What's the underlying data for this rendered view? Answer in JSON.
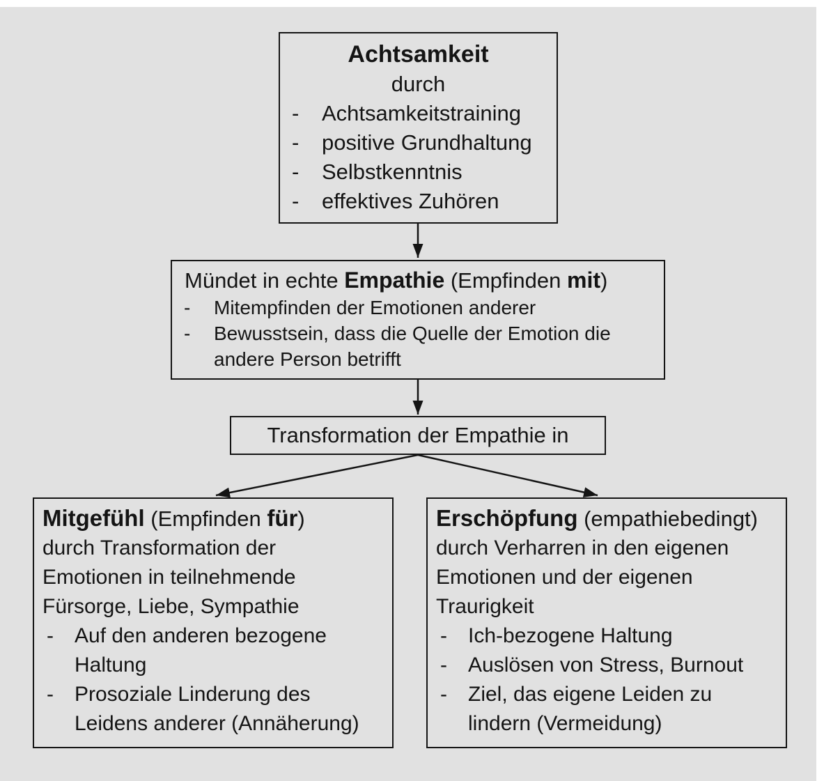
{
  "colors": {
    "page_background": "#ffffff",
    "diagram_background": "#e1e1e1",
    "border": "#141414",
    "text": "#141414"
  },
  "boxes": {
    "mindfulness": {
      "title": "Achtsamkeit",
      "subtitle": "durch",
      "items": [
        "Achtsamkeitstraining",
        "positive Grundhaltung",
        "Selbstkenntnis",
        "effektives Zuhören"
      ]
    },
    "empathy": {
      "title_parts": [
        {
          "text": "Mündet in echte ",
          "bold": false
        },
        {
          "text": "Empathie",
          "bold": true
        },
        {
          "text": " (Empfinden ",
          "bold": false
        },
        {
          "text": "mit",
          "bold": true
        },
        {
          "text": ")",
          "bold": false
        }
      ],
      "items": [
        "Mitempfinden der Emotionen anderer",
        "Bewusstsein, dass die Quelle der Emotion die\nandere Person betrifft"
      ]
    },
    "transformation": {
      "label": "Transformation der Empathie in"
    },
    "compassion": {
      "title_parts": [
        {
          "text": "Mitgefühl",
          "bold": true
        },
        {
          "text": " (Empfinden ",
          "bold": false
        },
        {
          "text": "für",
          "bold": true
        },
        {
          "text": ")",
          "bold": false
        }
      ],
      "body": "durch Transformation der\nEmotionen in teilnehmende\nFürsorge, Liebe, Sympathie",
      "items": [
        "Auf den anderen bezogene\nHaltung",
        "Prosoziale Linderung des\nLeidens anderer (Annäherung)"
      ]
    },
    "exhaustion": {
      "title_parts": [
        {
          "text": "Erschöpfung",
          "bold": true
        },
        {
          "text": " (empathiebedingt)",
          "bold": false
        }
      ],
      "body": "durch Verharren in den eigenen\nEmotionen und der eigenen\nTraurigkeit",
      "items": [
        "Ich-bezogene Haltung",
        "Auslösen von Stress, Burnout",
        "Ziel, das eigene Leiden zu\nlindern (Vermeidung)"
      ]
    }
  },
  "flow": {
    "edges": [
      {
        "from": "mindfulness",
        "to": "empathy"
      },
      {
        "from": "empathy",
        "to": "transformation"
      },
      {
        "from": "transformation",
        "to": "compassion"
      },
      {
        "from": "transformation",
        "to": "exhaustion"
      }
    ]
  }
}
